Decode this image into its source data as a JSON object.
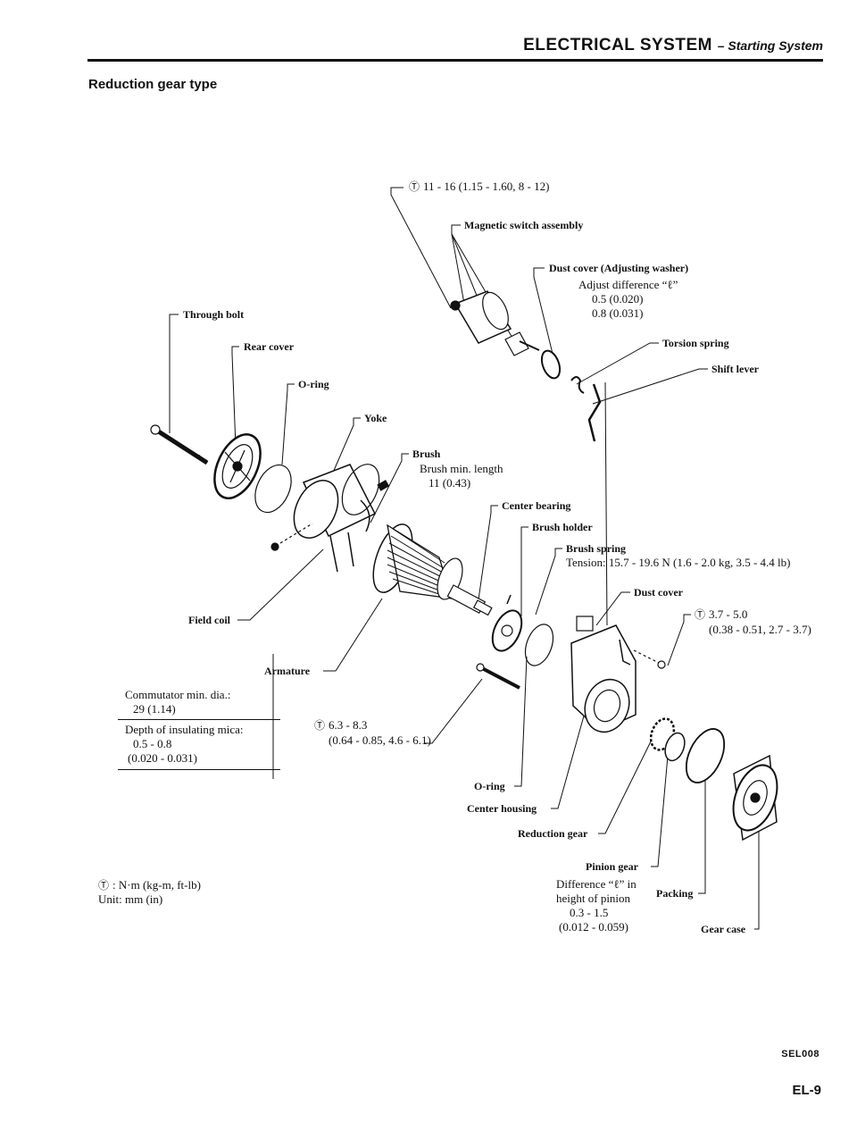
{
  "header": {
    "title": "ELECTRICAL SYSTEM",
    "subtitle": "– Starting System"
  },
  "section_title": "Reduction gear type",
  "labels": {
    "torque_top": "11 - 16 (1.15 - 1.60, 8 - 12)",
    "magnetic_switch": "Magnetic switch assembly",
    "dust_cover_washer": "Dust cover (Adjusting washer)",
    "adjust_difference": "Adjust difference “ℓ”",
    "adjust_v1": "0.5 (0.020)",
    "adjust_v2": "0.8 (0.031)",
    "through_bolt": "Through bolt",
    "rear_cover": "Rear cover",
    "torsion_spring": "Torsion spring",
    "shift_lever": "Shift lever",
    "oring_top": "O-ring",
    "yoke": "Yoke",
    "brush": "Brush",
    "brush_min": "Brush min. length",
    "brush_min_val": "11 (0.43)",
    "center_bearing": "Center bearing",
    "brush_holder": "Brush holder",
    "brush_spring": "Brush spring",
    "tension": "Tension:  15.7 - 19.6 N (1.6 - 2.0 kg, 3.5 - 4.4 lb)",
    "dust_cover": "Dust cover",
    "torque_right_1": "3.7 - 5.0",
    "torque_right_2": "(0.38 - 0.51, 2.7 - 3.7)",
    "field_coil": "Field coil",
    "armature": "Armature",
    "torque_mid_1": "6.3 - 8.3",
    "torque_mid_2": "(0.64 - 0.85, 4.6 - 6.1)",
    "oring_bottom": "O-ring",
    "center_housing": "Center housing",
    "reduction_gear": "Reduction gear",
    "pinion_gear": "Pinion gear",
    "difference_1": "Difference “ℓ” in",
    "difference_2": "height of pinion",
    "difference_3": "0.3 - 1.5",
    "difference_4": "(0.012 - 0.059)",
    "packing": "Packing",
    "gear_case": "Gear case"
  },
  "spec_box": {
    "commutator_label": "Commutator min. dia.:",
    "commutator_value": "29 (1.14)",
    "mica_label": "Depth of insulating mica:",
    "mica_value_1": "0.5 - 0.8",
    "mica_value_2": "(0.020 - 0.031)"
  },
  "legend": {
    "torque_unit": ": N·m (kg-m, ft-lb)",
    "length_unit": "Unit:  mm (in)"
  },
  "ref_code": "SEL008",
  "page_number": "EL-9"
}
